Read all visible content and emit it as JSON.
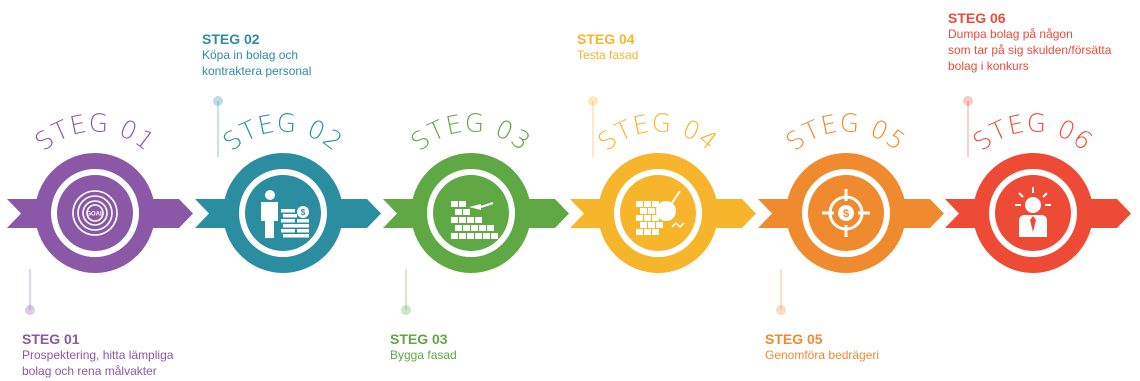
{
  "steps": [
    {
      "arc": "STEG 01",
      "title": "STEG 01",
      "desc": [
        "Prospektering, hitta lämpliga",
        "bolag och rena målvakter"
      ],
      "color": "#8b57a7",
      "icon": "goal-target-icon",
      "goal_text": "GOAL",
      "label_pos": "bottom"
    },
    {
      "arc": "STEG 02",
      "title": "STEG 02",
      "desc": [
        "Köpa in bolag och",
        "kontraktera personal"
      ],
      "color": "#2b8ea0",
      "icon": "person-money-icon",
      "label_pos": "top"
    },
    {
      "arc": "STEG 03",
      "title": "STEG 03",
      "desc": [
        "Bygga fasad"
      ],
      "color": "#5fa843",
      "icon": "brick-wall-trowel-icon",
      "label_pos": "bottom"
    },
    {
      "arc": "STEG 04",
      "title": "STEG 04",
      "desc": [
        "Testa fasad"
      ],
      "color": "#f7b52b",
      "icon": "wrecking-ball-wall-icon",
      "label_pos": "top"
    },
    {
      "arc": "STEG 05",
      "title": "STEG 05",
      "desc": [
        "Genomföra bedrägeri"
      ],
      "color": "#f08a2e",
      "icon": "dollar-crosshair-icon",
      "label_pos": "bottom"
    },
    {
      "arc": "STEG 06",
      "title": "STEG 06",
      "desc": [
        "Dumpa bolag på någon",
        "som tar på sig skulden/försätta",
        "bolag i konkurs"
      ],
      "color": "#ee4b36",
      "icon": "person-idea-icon",
      "label_pos": "top"
    }
  ]
}
